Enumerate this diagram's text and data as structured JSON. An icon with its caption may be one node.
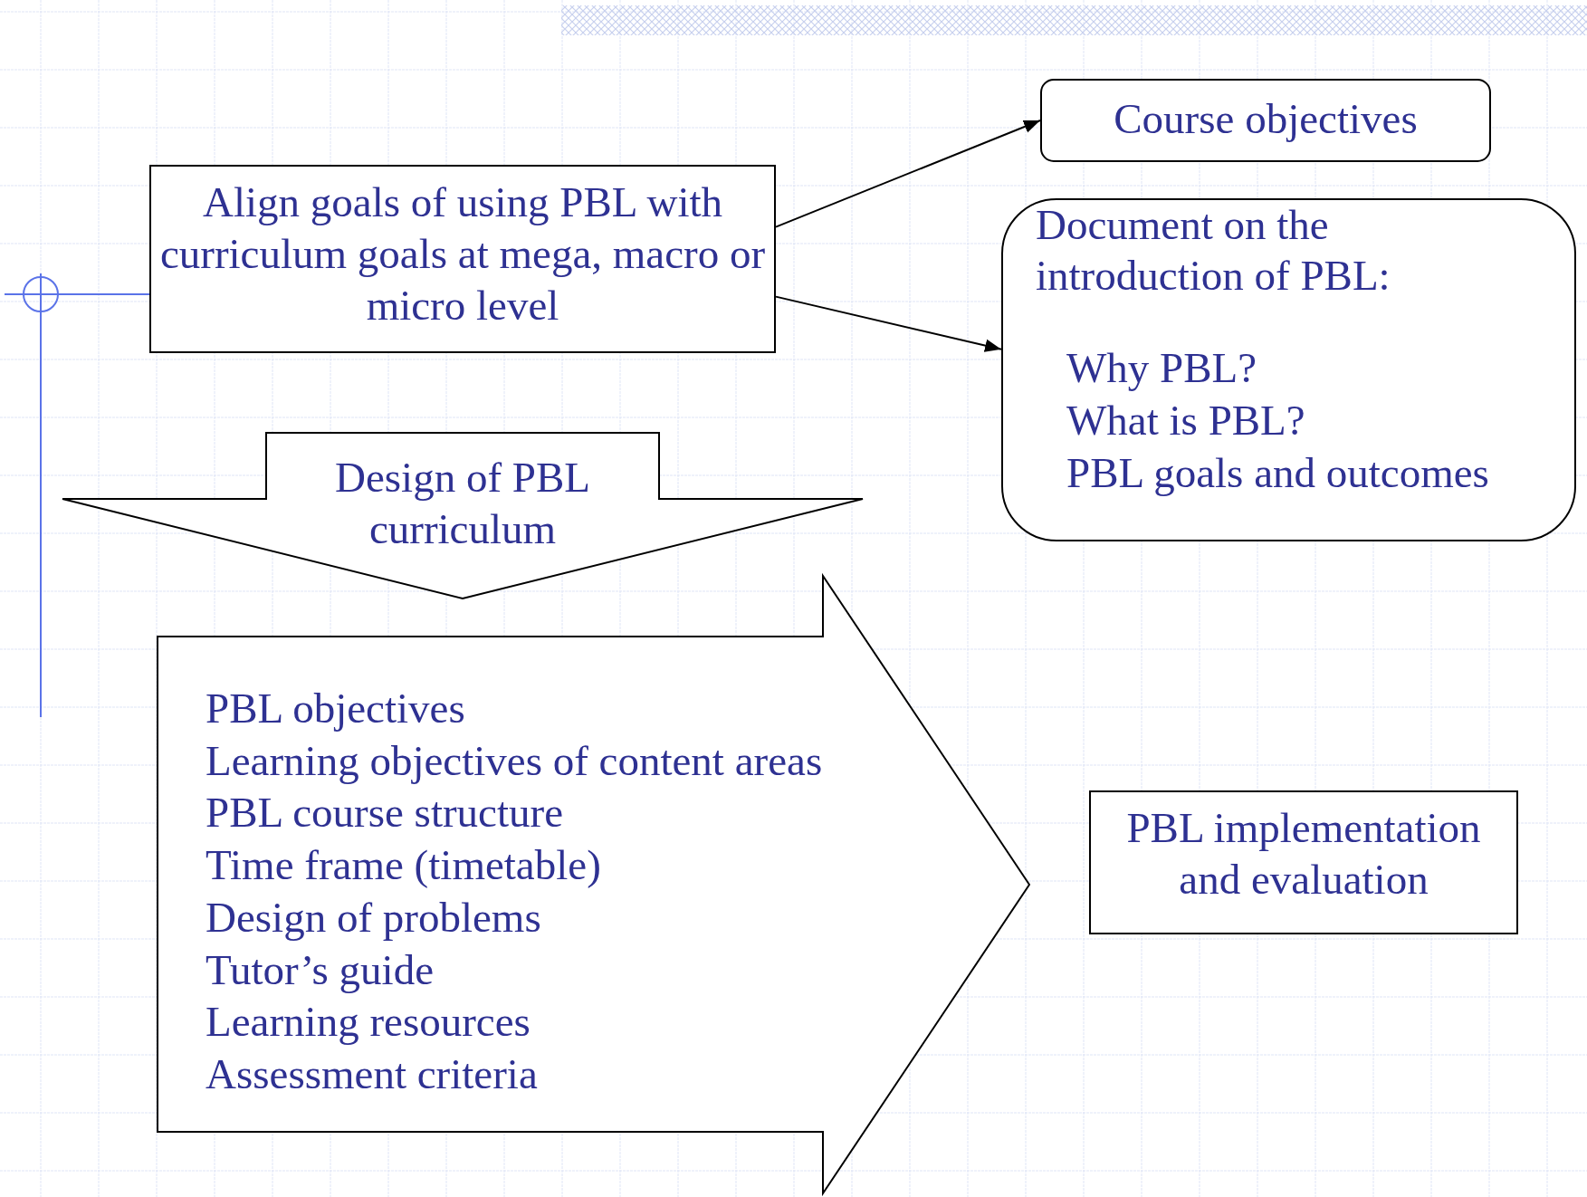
{
  "diagram": {
    "nodes": [
      {
        "text": [
          "Align goals of using PBL with curriculum goals at mega, macro or micro level"
        ]
      },
      {
        "text": [
          "Course objectives"
        ]
      },
      {
        "text": [
          "Document on the introduction of PBL:",
          "Why PBL?",
          "What is PBL?",
          "PBL goals and outcomes"
        ]
      },
      {
        "text": [
          "Design of PBL curriculum"
        ]
      },
      {
        "text": [
          "PBL objectives",
          "Learning objectives of content areas",
          "PBL course structure",
          "Time frame (timetable)",
          "Design of problems",
          "Tutor’s guide",
          "Learning resources",
          "Assessment criteria"
        ]
      },
      {
        "text": [
          "PBL implementation and evaluation"
        ]
      }
    ],
    "edges": [
      {
        "from": 0,
        "to": 1,
        "arrow": "to"
      },
      {
        "from": 0,
        "to": 2,
        "arrow": "to"
      }
    ]
  }
}
